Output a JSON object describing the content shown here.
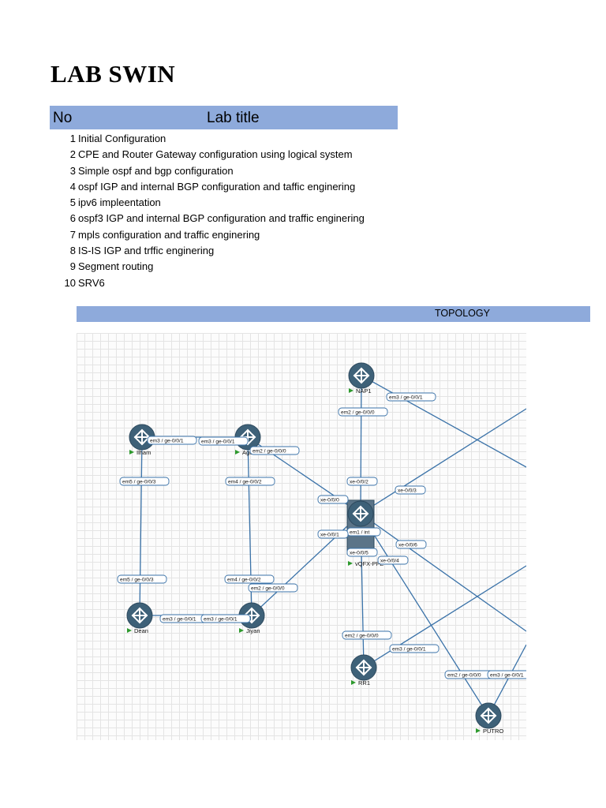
{
  "document": {
    "title": "LAB SWIN"
  },
  "table": {
    "headers": {
      "no": "No",
      "title": "Lab title"
    },
    "rows": [
      {
        "no": "1",
        "title": "Initial Configuration"
      },
      {
        "no": "2",
        "title": "CPE and Router Gateway configuration using logical system"
      },
      {
        "no": "3",
        "title": "Simple ospf and bgp configuration"
      },
      {
        "no": "4",
        "title": "ospf IGP and internal BGP configuration and taffic enginering"
      },
      {
        "no": "5",
        "title": "ipv6 impleentation"
      },
      {
        "no": "6",
        "title": "ospf3 IGP and internal BGP configuration and traffic enginering"
      },
      {
        "no": "7",
        "title": "mpls configuration and traffic enginering"
      },
      {
        "no": "8",
        "title": "IS-IS IGP and trffic enginering"
      },
      {
        "no": "9",
        "title": "Segment routing"
      },
      {
        "no": "10",
        "title": "SRV6"
      }
    ]
  },
  "topology": {
    "heading": "TOPOLOGY",
    "colors": {
      "node_fill": "#3e6178",
      "link": "#3a72a8",
      "label_border": "#3a72a8",
      "play_icon": "#2e9a2e",
      "header_fill": "#8eaadb"
    },
    "nodes": [
      {
        "id": "nap1",
        "label": "NAP1"
      },
      {
        "id": "ilham",
        "label": "Ilham"
      },
      {
        "id": "agus",
        "label": "Agus"
      },
      {
        "id": "dean",
        "label": "Dean"
      },
      {
        "id": "jiyan",
        "label": "Jiyan"
      },
      {
        "id": "vqfx",
        "label": "vQFX-PFE"
      },
      {
        "id": "rr1",
        "label": "RR1"
      },
      {
        "id": "putro",
        "label": "PUTRO"
      }
    ],
    "port_labels": [
      "em3 / ge-0/0/1",
      "em2 / ge-0/0/0",
      "em3 / ge-0/0/1",
      "em3 / ge-0/0/1",
      "em2 / ge-0/0/0",
      "em5 / ge-0/0/3",
      "em4 / ge-0/0/2",
      "xe-0/0/2",
      "xe-0/0/3",
      "xe-0/0/0",
      "em1 / int",
      "xe-0/0/1",
      "xe-0/0/6",
      "xe-0/0/5",
      "xe-0/0/4",
      "em5 / ge-0/0/3",
      "em4 / ge-0/0/2",
      "em2 / ge-0/0/0",
      "em3 / ge-0/0/1",
      "em3 / ge-0/0/1",
      "em2 / ge-0/0/0",
      "em3 / ge-0/0/1",
      "em2 / ge-0/0/0",
      "em3 / ge-0/0/1"
    ]
  }
}
